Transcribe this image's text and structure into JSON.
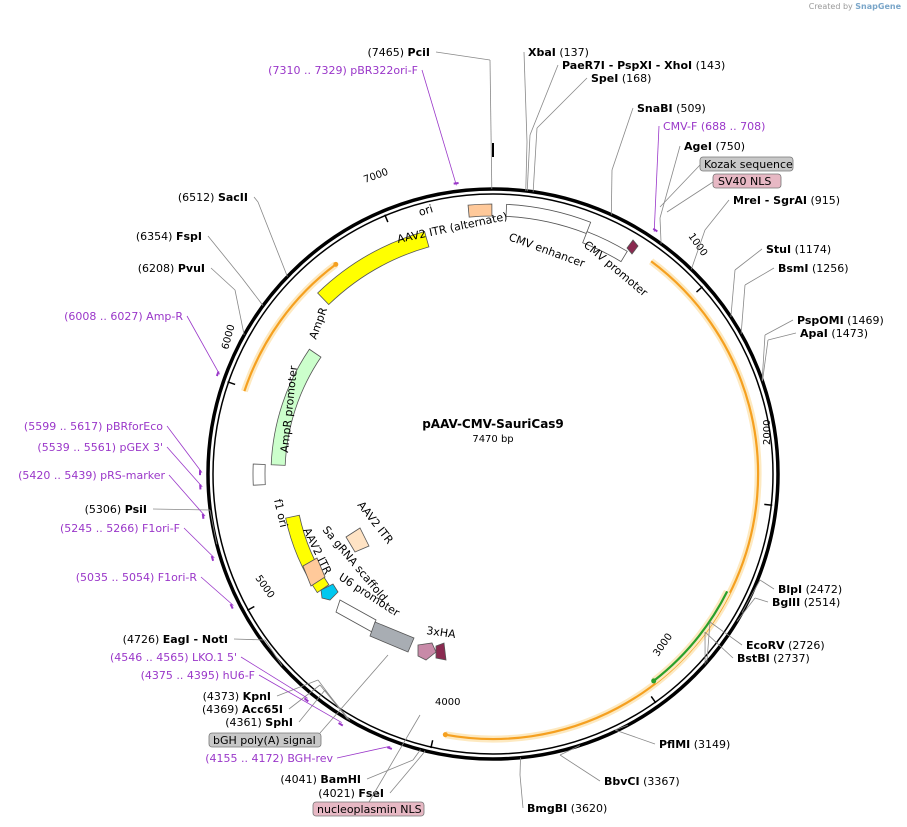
{
  "credit": {
    "prefix": "Created by",
    "brand": "SnapGene"
  },
  "plasmid": {
    "name": "pAAV-CMV-SauriCas9",
    "length": "7470 bp",
    "total_bp": 7470
  },
  "ticks": [
    {
      "bp": 1000,
      "label": "1000"
    },
    {
      "bp": 2000,
      "label": "2000"
    },
    {
      "bp": 3000,
      "label": "3000"
    },
    {
      "bp": 4000,
      "label": "4000"
    },
    {
      "bp": 5000,
      "label": "5000"
    },
    {
      "bp": 6000,
      "label": "6000"
    },
    {
      "bp": 7000,
      "label": "7000"
    }
  ],
  "sites": [
    {
      "name": "PciI",
      "pos": "(7465)",
      "bp": 7465
    },
    {
      "name": "XbaI",
      "pos": "(137)",
      "bp": 137
    },
    {
      "name": "PaeR7I - PspXI - XhoI",
      "pos": "(143)",
      "bp": 143
    },
    {
      "name": "SpeI",
      "pos": "(168)",
      "bp": 168
    },
    {
      "name": "SnaBI",
      "pos": "(509)",
      "bp": 509
    },
    {
      "name": "AgeI",
      "pos": "(750)",
      "bp": 750
    },
    {
      "name": "MreI - SgrAI",
      "pos": "(915)",
      "bp": 915
    },
    {
      "name": "StuI",
      "pos": "(1174)",
      "bp": 1174
    },
    {
      "name": "BsmI",
      "pos": "(1256)",
      "bp": 1256
    },
    {
      "name": "PspOMI",
      "pos": "(1469)",
      "bp": 1469
    },
    {
      "name": "ApaI",
      "pos": "(1473)",
      "bp": 1473
    },
    {
      "name": "BlpI",
      "pos": "(2472)",
      "bp": 2472
    },
    {
      "name": "BglII",
      "pos": "(2514)",
      "bp": 2514
    },
    {
      "name": "EcoRV",
      "pos": "(2726)",
      "bp": 2726
    },
    {
      "name": "BstBI",
      "pos": "(2737)",
      "bp": 2737
    },
    {
      "name": "PflMI",
      "pos": "(3149)",
      "bp": 3149
    },
    {
      "name": "BbvCI",
      "pos": "(3367)",
      "bp": 3367
    },
    {
      "name": "BmgBI",
      "pos": "(3620)",
      "bp": 3620
    },
    {
      "name": "FseI",
      "pos": "(4021)",
      "bp": 4021
    },
    {
      "name": "BamHI",
      "pos": "(4041)",
      "bp": 4041
    },
    {
      "name": "SphI",
      "pos": "(4361)",
      "bp": 4361
    },
    {
      "name": "Acc65I",
      "pos": "(4369)",
      "bp": 4369
    },
    {
      "name": "KpnI",
      "pos": "(4373)",
      "bp": 4373
    },
    {
      "name": "EagI - NotI",
      "pos": "(4726)",
      "bp": 4726
    },
    {
      "name": "PsiI",
      "pos": "(5306)",
      "bp": 5306
    },
    {
      "name": "PvuI",
      "pos": "(6208)",
      "bp": 6208
    },
    {
      "name": "FspI",
      "pos": "(6354)",
      "bp": 6354
    },
    {
      "name": "SacII",
      "pos": "(6512)",
      "bp": 6512
    }
  ],
  "primers": [
    {
      "label": "(7310 .. 7329)  pBR322ori-F",
      "bp": 7320
    },
    {
      "label": "CMV-F",
      "range": "(688 .. 708)",
      "bp": 698
    },
    {
      "label": "(6008 .. 6027)  Amp-R",
      "bp": 6018
    },
    {
      "label": "(5599 .. 5617)  pBRforEco",
      "bp": 5608
    },
    {
      "label": "(5539 .. 5561)  pGEX 3'",
      "bp": 5550
    },
    {
      "label": "(5420 .. 5439)  pRS-marker",
      "bp": 5430
    },
    {
      "label": "(5245 .. 5266)  F1ori-F",
      "bp": 5255
    },
    {
      "label": "(5035 .. 5054)  F1ori-R",
      "bp": 5045
    },
    {
      "label": "(4546 .. 4565)  LKO.1 5'",
      "bp": 4556
    },
    {
      "label": "(4375 .. 4395)  hU6-F",
      "bp": 4385
    },
    {
      "label": "(4155 .. 4172)  BGH-rev",
      "bp": 4164
    }
  ],
  "boxed_features": [
    {
      "label": "Kozak sequence",
      "color": "#c8c8c8"
    },
    {
      "label": "SV40 NLS",
      "color": "#e7b8c4"
    },
    {
      "label": "bGH poly(A) signal",
      "color": "#c8c8c8"
    },
    {
      "label": "nucleoplasmin NLS",
      "color": "#e7b8c4"
    }
  ],
  "features": [
    {
      "label": "ori",
      "color": "#ffff00",
      "start": 6555,
      "end": 7143
    },
    {
      "label": "AAV2 ITR (alternate)",
      "color": "#ffc99a",
      "start": 7360,
      "end": 7465
    },
    {
      "label": "CMV enhancer",
      "color": "#ffffff",
      "start": 60,
      "end": 440
    },
    {
      "label": "CMV promoter",
      "color": "#ffffff",
      "start": 440,
      "end": 645
    },
    {
      "label": "AmpR",
      "color": "#ccffcc",
      "start": 5652,
      "end": 6312
    },
    {
      "label": "AmpR promoter",
      "color": "#ffffff",
      "start": 5547,
      "end": 5652
    },
    {
      "label": "f1 ori",
      "color": "#ffff00",
      "start": 4897,
      "end": 5353
    },
    {
      "label": "AAV2 ITR",
      "color": "#ffc99a"
    },
    {
      "label": "AAV2 ITR",
      "color": "#ffe3c4"
    },
    {
      "label": "Sa gRNA scaffold",
      "color": "#00c8f0"
    },
    {
      "label": "U6 promoter",
      "color": "#ffffff"
    },
    {
      "label": "3xHA",
      "color": "#c88aa8"
    }
  ],
  "orf_arcs": [
    {
      "label": "SauriCas9 ORF",
      "color": "#f5a020",
      "start": 760,
      "end": 3950
    },
    {
      "label": "green-arc",
      "color": "#2aa02a",
      "start": 2420,
      "end": 2950
    },
    {
      "label": "amp-orange",
      "color": "#f5a020",
      "start": 5985,
      "end": 6705
    }
  ],
  "colors": {
    "backbone": "#000000",
    "site_line": "#888888",
    "primer": "#9a37c9"
  }
}
